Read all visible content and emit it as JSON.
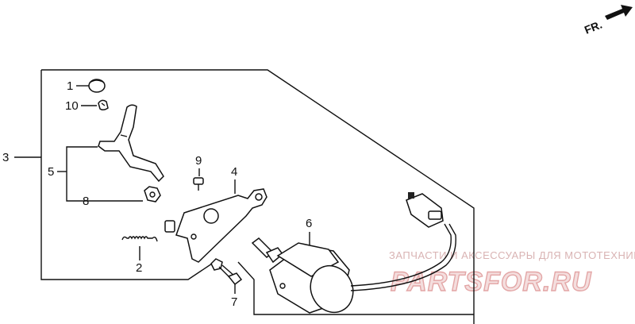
{
  "direction": {
    "label": "FR."
  },
  "callouts": {
    "c1": "1",
    "c2": "2",
    "c3": "3",
    "c4": "4",
    "c5": "5",
    "c6": "6",
    "c7": "7",
    "c8": "8",
    "c9": "9",
    "c10": "10"
  },
  "watermark": {
    "tagline": "ЗАПЧАСТИ И АКСЕССУАРЫ ДЛЯ МОТОТЕХНИКИ",
    "site": "PARTSFOR.RU",
    "color": "#d98c8c"
  }
}
